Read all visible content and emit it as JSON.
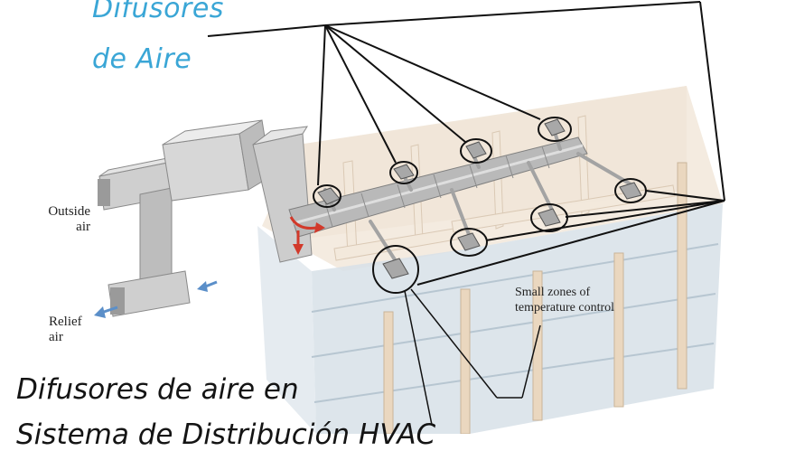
{
  "title": {
    "line1": "Difusores",
    "line2": "de Aire"
  },
  "caption": {
    "line1": "Difusores de aire en",
    "line2": "Sistema de Distribución HVAC"
  },
  "labels": {
    "outside_air_1": "Outside",
    "outside_air_2": "air",
    "relief_air_1": "Relief",
    "relief_air_2": "air",
    "zones_1": "Small zones of",
    "zones_2": "temperature control"
  },
  "colors": {
    "title_blue": "#3aa6d6",
    "duct_gray": "#c9c9c9",
    "building_tan": "#e9d6c0",
    "glass_blue": "#cfdbe3",
    "arrow_red": "#d2392a",
    "arrow_blue": "#5b8fc9"
  }
}
